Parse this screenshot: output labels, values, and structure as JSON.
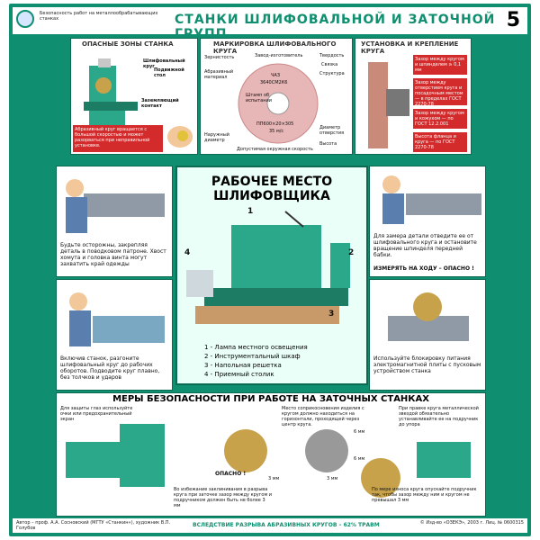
{
  "header": {
    "small_text": "Безопасность работ на металлообрабатывающих станках",
    "title": "СТАНКИ ШЛИФОВАЛЬНОЙ И ЗАТОЧНОЙ ГРУПП",
    "number": "5"
  },
  "panel_zones": {
    "title": "ОПАСНЫЕ ЗОНЫ СТАНКА",
    "labels": [
      "Шлифовальный круг",
      "Подвижной стол",
      "Заземляющий контакт"
    ],
    "warning": "Абразивный круг вращается с большой скоростью и может разорваться при неправильной установке."
  },
  "panel_marking": {
    "title": "МАРКИРОВКА ШЛИФОВАЛЬНОГО КРУГА",
    "labels_left": [
      "Зернистость",
      "Абразивный материал",
      "Наружный диаметр"
    ],
    "labels_top": [
      "Завод-изготовитель",
      "Твердость",
      "Связка",
      "Структура"
    ],
    "labels_right": [
      "Диаметр отверстия",
      "Высота"
    ],
    "center_text": [
      "ЧАЗ",
      "3640СМ2К6",
      "Штамп об испытании",
      "ПП600×20×305",
      "35 м/с"
    ],
    "bottom": "Допустимая окружная скорость"
  },
  "panel_mount": {
    "title": "УСТАНОВКА И КРЕПЛЕНИЕ КРУГА",
    "notes": [
      "Зазор между кругом и шпинделем ≥ 0,1 мм",
      "Зазор между отверстием круга и посадочным местом — в пределах ГОСТ 2270-78",
      "Зазор между кругом и кожухом — по ГОСТ 12.2.001",
      "Высота фланца и круга — по ГОСТ 2270-78"
    ]
  },
  "panel_left2": {
    "caption": "Будьте осторожны, закрепляя деталь в поводковом патроне. Хвост хомута и головка винта могут захватить край одежды"
  },
  "panel_left3": {
    "caption": "Включив станок, разгоните шлифовальный круг до рабочих оборотов. Подводите круг плавно, без толчков и ударов"
  },
  "panel_right2": {
    "caption": "Для замера детали отведите ее от шлифовального круга и остановите вращение шпинделя передней бабки.",
    "warning": "ИЗМЕРЯТЬ НА ХОДУ – ОПАСНО !"
  },
  "panel_right3": {
    "caption": "Используйте блокировку питания электромагнитной плиты с пусковым устройством станка"
  },
  "workplace": {
    "title_line1": "РАБОЧЕЕ МЕСТО",
    "title_line2": "ШЛИФОВЩИКА",
    "numbers": [
      "1",
      "2",
      "3",
      "4"
    ],
    "legend": [
      "1 - Лампа местного освещения",
      "2 - Инструментальный шкаф",
      "3 - Напольная решетка",
      "4 - Приемный столик"
    ]
  },
  "safety": {
    "title": "МЕРЫ БЕЗОПАСНОСТИ ПРИ РАБОТЕ НА ЗАТОЧНЫХ СТАНКАХ",
    "note1": "Для защиты глаз используйте очки или предохранительный экран",
    "note2": "Место соприкосновения изделия с кругом должно находиться на горизонтали, проходящей через центр круга.",
    "note3": "При правке круга металлической звездой обязательно устанавливайте ее на подручник до упора",
    "note4": "Во избежание заклинивания в разрыва круга при заточке зазор между кругом и подручником должен быть не более 3 мм",
    "note5": "По мере износа круга опускайте подручник так, чтобы зазор между ним и кругом не превышал 3 мм",
    "danger": "ОПАСНО !",
    "mm6a": "6 мм",
    "mm6b": "6 мм",
    "mm3a": "3 мм",
    "mm3b": "3 мм"
  },
  "footer": {
    "left": "Автор – проф. А.А. Сосновский (МГТУ «Станкин»), художник В.П. Голубов",
    "middle": "ВСЛЕДСТВИЕ РАЗРЫВА АБРАЗИВНЫХ КРУГОВ – 62% ТРАВМ",
    "right": "© Изд-во «ОЗЕКЭ», 2003 г. Лиц. № 0600315"
  }
}
